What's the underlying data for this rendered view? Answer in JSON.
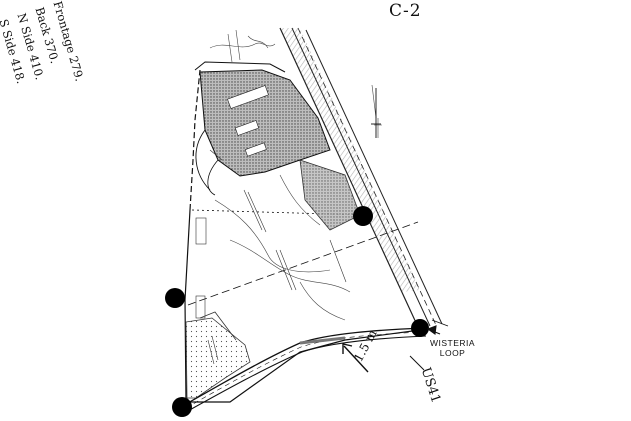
{
  "sheet": {
    "id": "C-2"
  },
  "frontage_notes": [
    {
      "text": "Frontage 279."
    },
    {
      "text": "Back 370."
    },
    {
      "text": "N Side 410."
    },
    {
      "text": "S Side 418."
    }
  ],
  "labels": {
    "wisteria_line1": "WISTERIA",
    "wisteria_line2": "LOOP",
    "road": "US41",
    "distance": "1.5 m"
  },
  "colors": {
    "ink": "#111111",
    "hatch": "#555555",
    "marker": "#000000",
    "paper": "#ffffff"
  }
}
